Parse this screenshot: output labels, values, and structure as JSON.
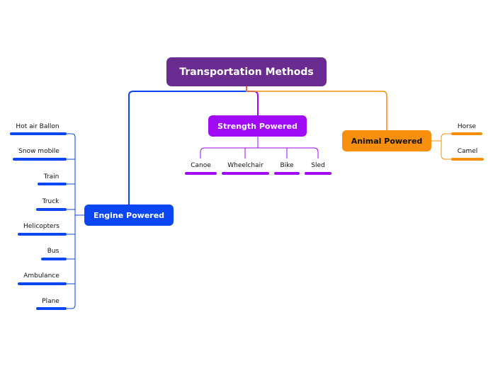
{
  "root": {
    "label": "Transportation Methods"
  },
  "branches": {
    "engine": {
      "label": "Engine Powered",
      "color": "#0a46f2",
      "items": [
        "Hot air Ballon",
        "Snow mobile",
        "Train",
        "Truck",
        "Helicopters",
        "Bus",
        "Ambulance",
        "Plane"
      ]
    },
    "strength": {
      "label": "Strength Powered",
      "color": "#a00af5",
      "items": [
        "Canoe",
        "Wheelchair",
        "Bike",
        "Sled"
      ]
    },
    "animal": {
      "label": "Animal Powered",
      "color": "#f78f0c",
      "items": [
        "Horse",
        "Camel"
      ]
    }
  }
}
